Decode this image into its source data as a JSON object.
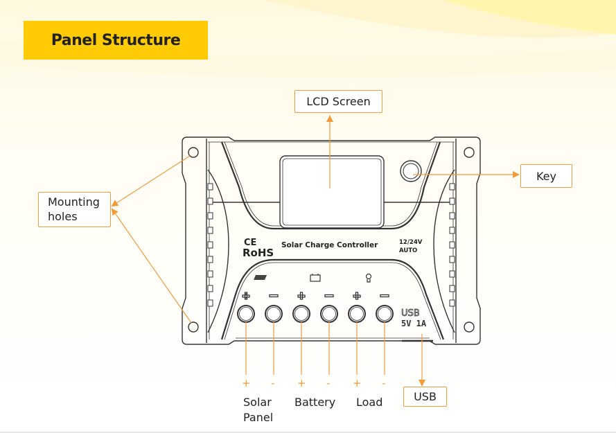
{
  "title": "Panel Structure",
  "callouts": {
    "lcd": "LCD Screen",
    "key": "Key",
    "mounting_line1": "Mounting",
    "mounting_line2": "holes",
    "usb": "USB"
  },
  "device": {
    "cert_ce": "CE",
    "cert_rohs": "RoHS",
    "product_name": "Solar Charge Controller",
    "voltage_line1": "12/24V",
    "voltage_line2": "AUTO",
    "usb_line1": "USB",
    "usb_line2": "5V 1A",
    "terminal_symbols": [
      "+",
      "−",
      "+",
      "−",
      "+",
      "−"
    ],
    "group_icons": [
      "solar-panel-icon",
      "battery-icon",
      "bulb-icon"
    ]
  },
  "terminals": {
    "polarity": [
      "+",
      "-",
      "+",
      "-",
      "+",
      "-"
    ],
    "groups": [
      {
        "line1": "Solar",
        "line2": "Panel"
      },
      {
        "line1": "Battery",
        "line2": ""
      },
      {
        "line1": "Load",
        "line2": ""
      }
    ]
  },
  "colors": {
    "accent": "#f29a3c",
    "title_bg": "#ffcb05",
    "device_line": "#333333"
  }
}
